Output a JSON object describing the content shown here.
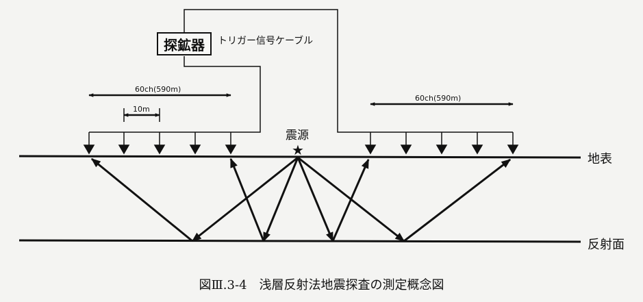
{
  "seismograph_label": "探鉱器",
  "cable_label": "トリガー信号ケーブル",
  "spread_left_label": "60ch(590m)",
  "spacing_label": "10m",
  "spread_right_label": "60ch(590m)",
  "source_label": "震源",
  "source_symbol": "★",
  "ground_surface_label": "地表",
  "reflector_label": "反射面",
  "caption": "図Ⅲ.3-4　浅層反射法地震探査の測定概念図"
}
